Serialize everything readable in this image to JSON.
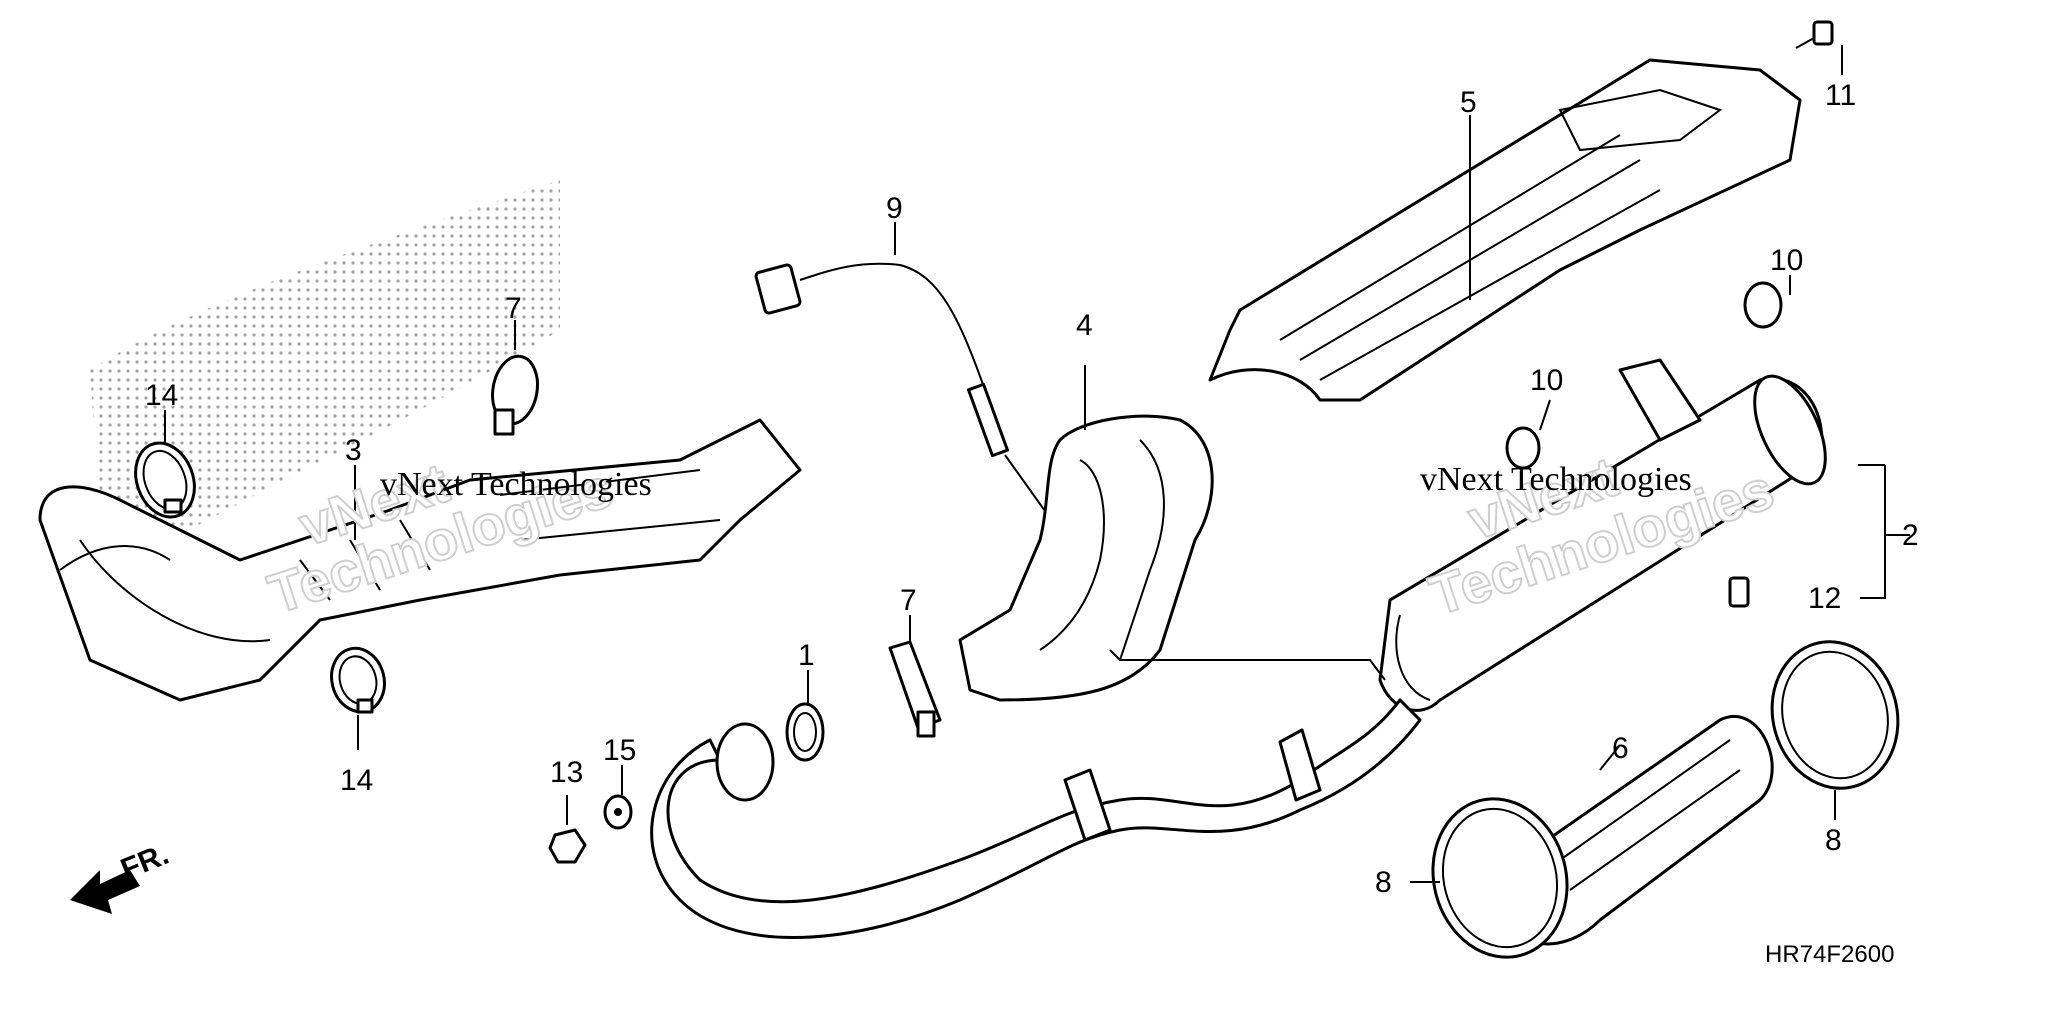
{
  "diagram": {
    "drawing_code": "HR74F2600",
    "front_label": "FR.",
    "watermark_text": "vNext Technologies",
    "watermark_line1": "vNext",
    "watermark_line2": "Technologies",
    "callouts": {
      "c1": "1",
      "c2": "2",
      "c3": "3",
      "c4": "4",
      "c5": "5",
      "c6": "6",
      "c7a": "7",
      "c7b": "7",
      "c8a": "8",
      "c8b": "8",
      "c9": "9",
      "c10a": "10",
      "c10b": "10",
      "c11": "11",
      "c12": "12",
      "c13": "13",
      "c14a": "14",
      "c14b": "14",
      "c15": "15"
    }
  }
}
